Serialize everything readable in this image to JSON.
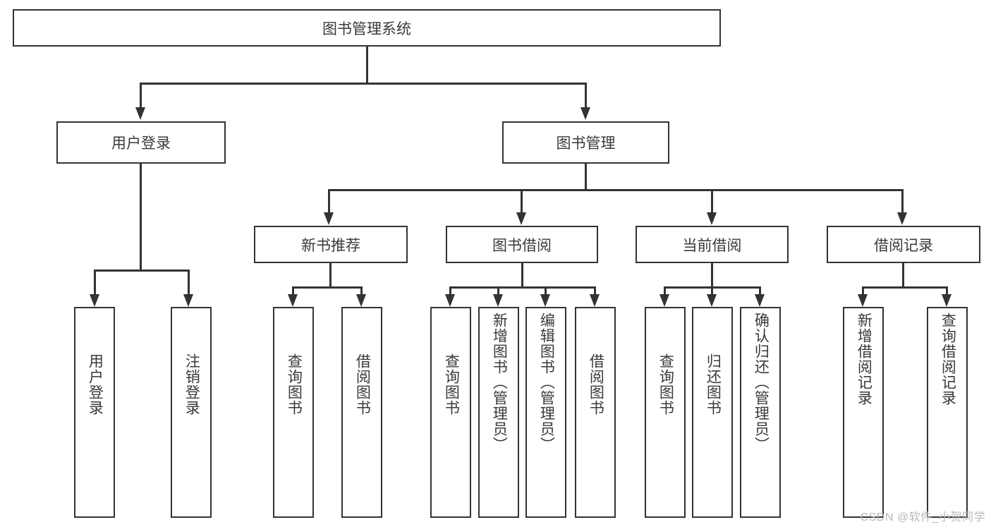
{
  "diagram": {
    "title": "图书管理系统",
    "type": "tree-hierarchy-diagram",
    "colors": {
      "box_border": "#333333",
      "box_fill": "#ffffff",
      "connector": "#333333",
      "text": "#3a3a3a",
      "background": "#ffffff",
      "watermark": "#b9b9b9"
    }
  },
  "root": {
    "label": "图书管理系统"
  },
  "level2": [
    {
      "label": "用户登录"
    },
    {
      "label": "图书管理"
    }
  ],
  "level3": [
    {
      "label": "新书推荐"
    },
    {
      "label": "图书借阅"
    },
    {
      "label": "当前借阅"
    },
    {
      "label": "借阅记录"
    }
  ],
  "leaves": [
    {
      "label": "用户登录",
      "parent": "用户登录"
    },
    {
      "label": "注销登录",
      "parent": "用户登录"
    },
    {
      "label": "查询图书",
      "parent": "新书推荐"
    },
    {
      "label": "借阅图书",
      "parent": "新书推荐"
    },
    {
      "label": "查询图书",
      "parent": "图书借阅"
    },
    {
      "label": "新增图书（管理员）",
      "parent": "图书借阅"
    },
    {
      "label": "编辑图书（管理员）",
      "parent": "图书借阅"
    },
    {
      "label": "借阅图书",
      "parent": "图书借阅"
    },
    {
      "label": "查询图书",
      "parent": "当前借阅"
    },
    {
      "label": "归还图书",
      "parent": "当前借阅"
    },
    {
      "label": "确认归还（管理员）",
      "parent": "当前借阅"
    },
    {
      "label": "新增借阅记录",
      "parent": "借阅记录"
    },
    {
      "label": "查询借阅记录",
      "parent": "借阅记录"
    }
  ],
  "watermark": {
    "text": "CSDN @软件_小贺同学"
  }
}
